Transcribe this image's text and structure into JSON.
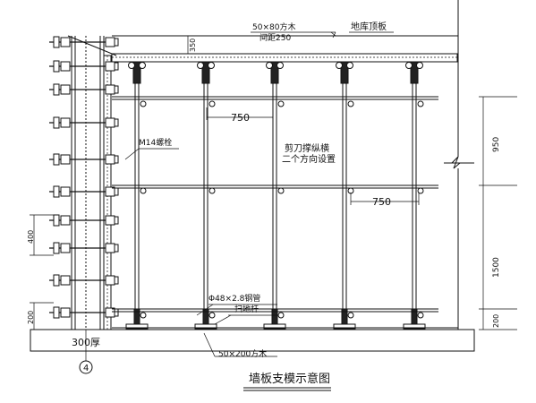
{
  "labels": {
    "slab_timber": "50×80方木",
    "spacing": "间距250",
    "basement_roof": "地库顶板",
    "dim_350": "350",
    "bolt": "M14螺栓",
    "bracing": "剪刀撑纵横",
    "bracing2": "二个方向设置",
    "dim_750_top": "750",
    "dim_750_mid": "750",
    "steel_pipe": "Φ48×2.8钢管",
    "sweeping_rod": "扫地杆",
    "base_timber": "50×200方木",
    "thickness": "300厚",
    "axis": "4",
    "dim_400": "400",
    "dim_200_left": "200",
    "dim_950": "950",
    "dim_1500": "1500",
    "dim_200_right": "200",
    "title": "墙板支模示意图"
  }
}
